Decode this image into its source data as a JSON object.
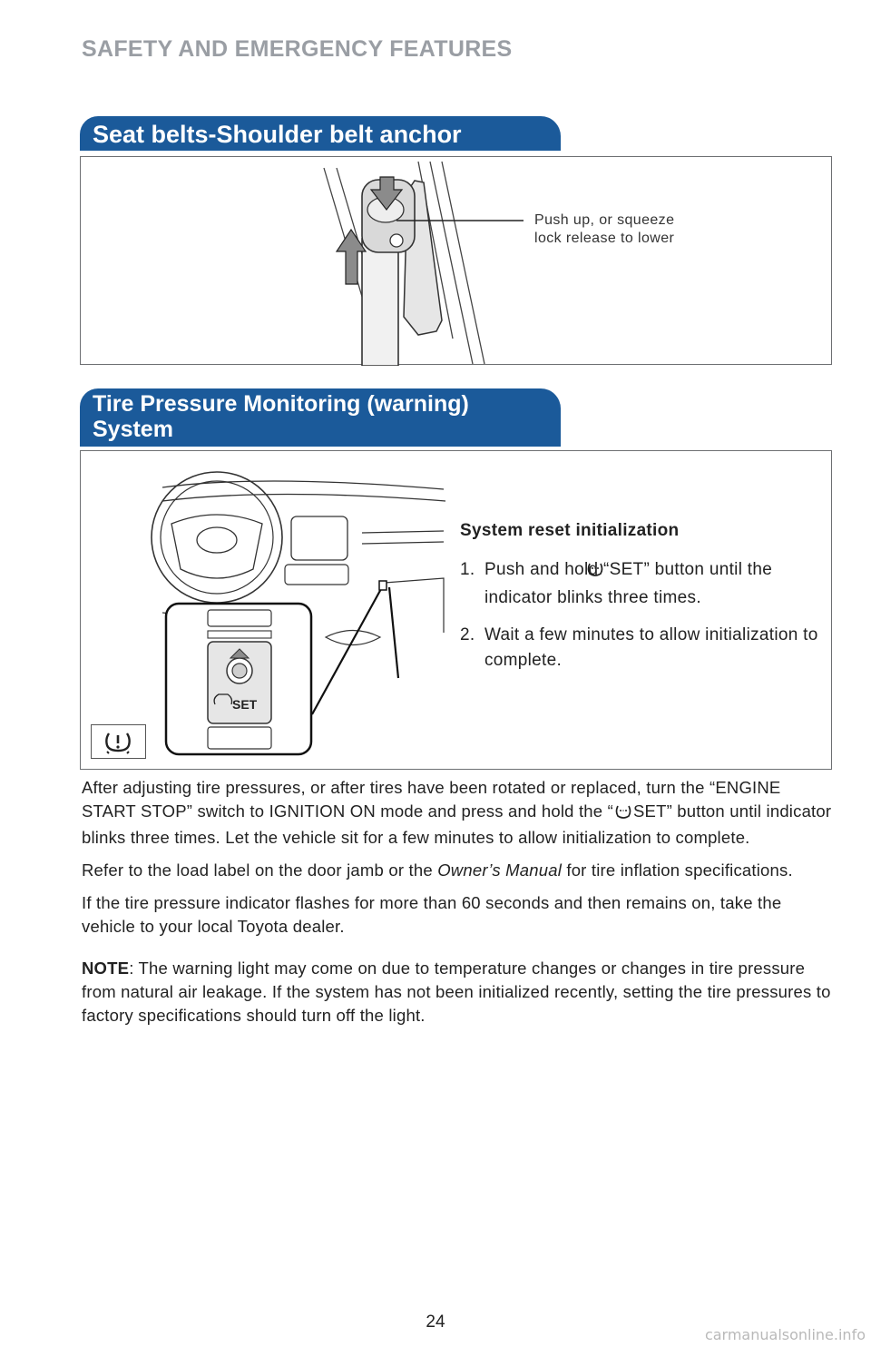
{
  "header": {
    "title": "SAFETY AND EMERGENCY FEATURES"
  },
  "section1": {
    "title": "Seat belts-Shoulder belt anchor",
    "callout": [
      "Push up, or squeeze",
      "lock release to lower"
    ]
  },
  "section2": {
    "title_line1": "Tire Pressure Monitoring (warning)",
    "title_line2": "System",
    "reset_title": "System reset initialization",
    "steps": [
      {
        "num": "1.",
        "pre": "Push and hold “",
        "post": "SET” button until the indicator blinks three times."
      },
      {
        "num": "2.",
        "text": "Wait a few minutes to allow initialization to complete."
      }
    ],
    "set_label": "SET"
  },
  "body": {
    "p1_pre": "After adjusting tire pressures, or after tires have been rotated or replaced, turn the “ENGINE START STOP” switch to IGNITION ON mode and press and hold the “",
    "p1_post": "SET” button until indicator blinks three times. Let the vehicle sit for a few minutes to allow initialization to complete.",
    "p2_pre": "Refer to the load label on the door jamb or the ",
    "p2_em": "Owner’s Manual",
    "p2_post": " for tire inflation specifications.",
    "p3": "If the tire pressure indicator flashes for more than 60 seconds and then remains on, take the vehicle to your local Toyota dealer.",
    "note_label": "NOTE",
    "note_text": ": The warning light may come on due to temperature changes or changes in tire pressure from natural air leakage. If the system has not been initialized recently, setting the tire pressures to factory specifications should turn off the light."
  },
  "footer": {
    "page_number": "24",
    "watermark": "carmanualsonline.info"
  },
  "colors": {
    "accent_blue": "#1b5a9a",
    "header_gray": "#9a9ea4"
  }
}
